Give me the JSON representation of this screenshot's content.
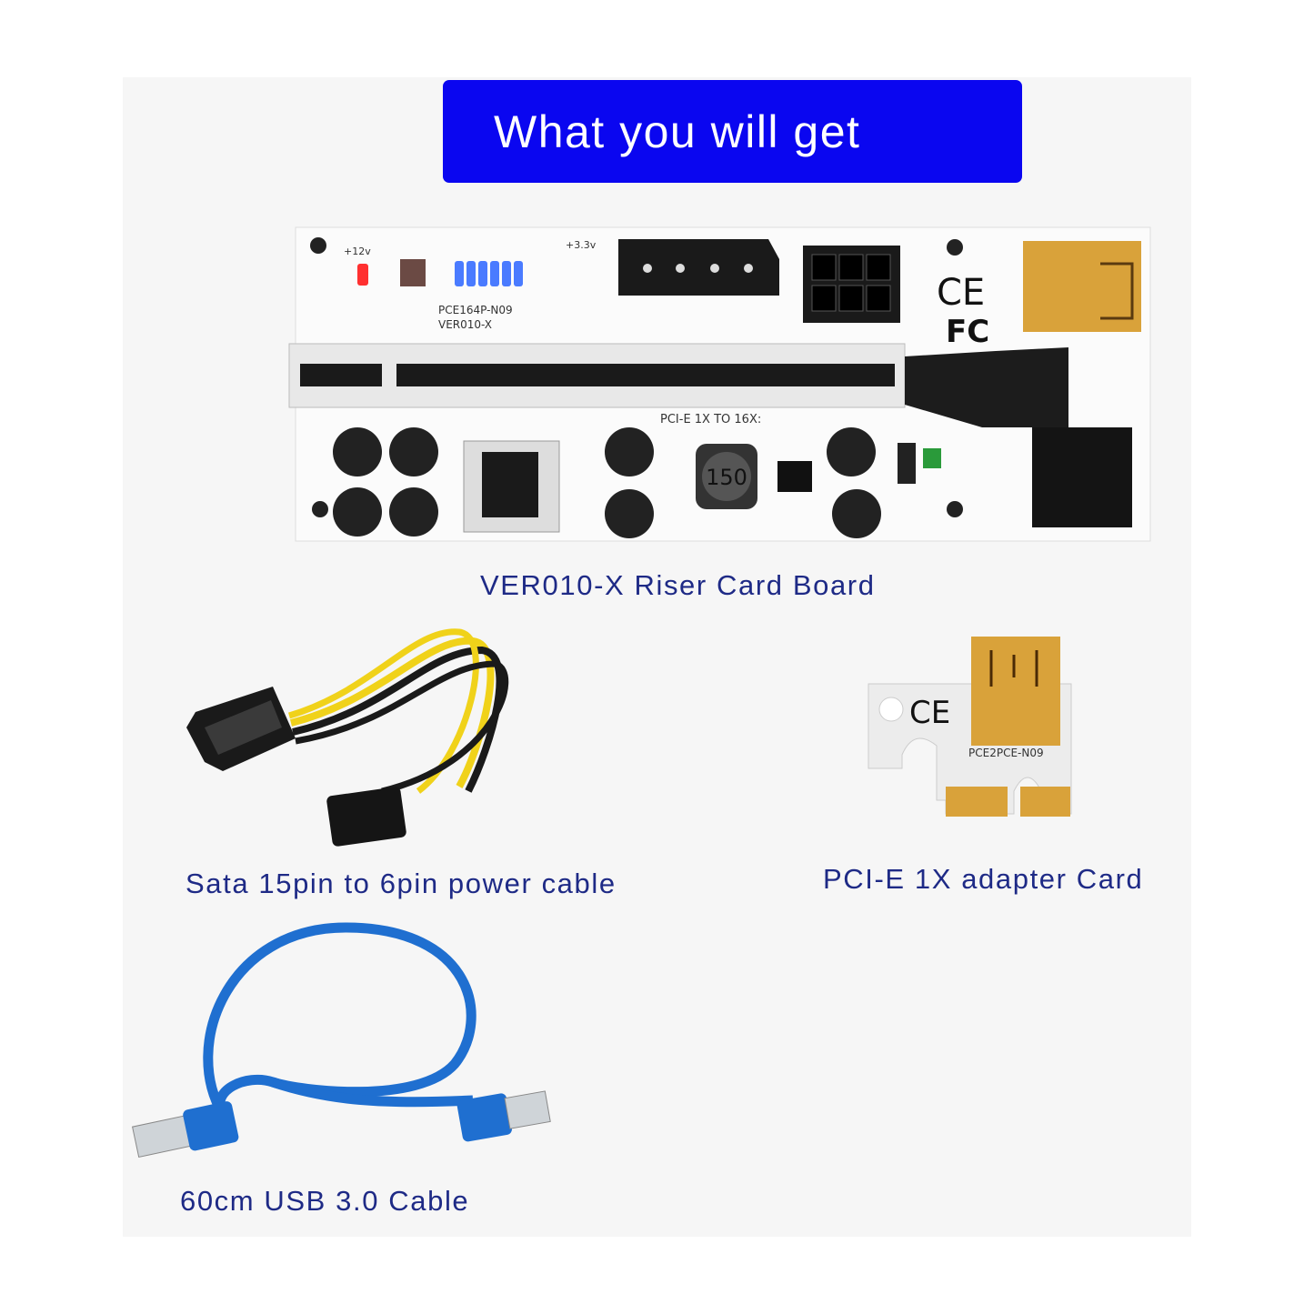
{
  "header": {
    "title": "What you will get",
    "background": "#0a06f0"
  },
  "items": [
    {
      "label": "VER010-X Riser Card Board"
    },
    {
      "label": "Sata 15pin to 6pin power cable"
    },
    {
      "label": "PCI-E 1X adapter Card"
    },
    {
      "label": "60cm USB 3.0 Cable"
    }
  ],
  "board_markings": {
    "model": "PCE164P-N09",
    "version": "VER010-X",
    "slot_text": "PCI-E 1X TO 16X:",
    "v12": "+12v",
    "v33": "+3.3v",
    "inductor": "150",
    "ce": "CE",
    "fc": "FC"
  },
  "adapter_markings": {
    "model": "PCE2PCE-N09",
    "ce": "CE"
  },
  "colors": {
    "label_text": "#1e2a86",
    "usb_blue": "#1f6fd0",
    "gold": "#d9a23a",
    "led_blue": "#3a6cff",
    "led_red": "#ff3030"
  }
}
